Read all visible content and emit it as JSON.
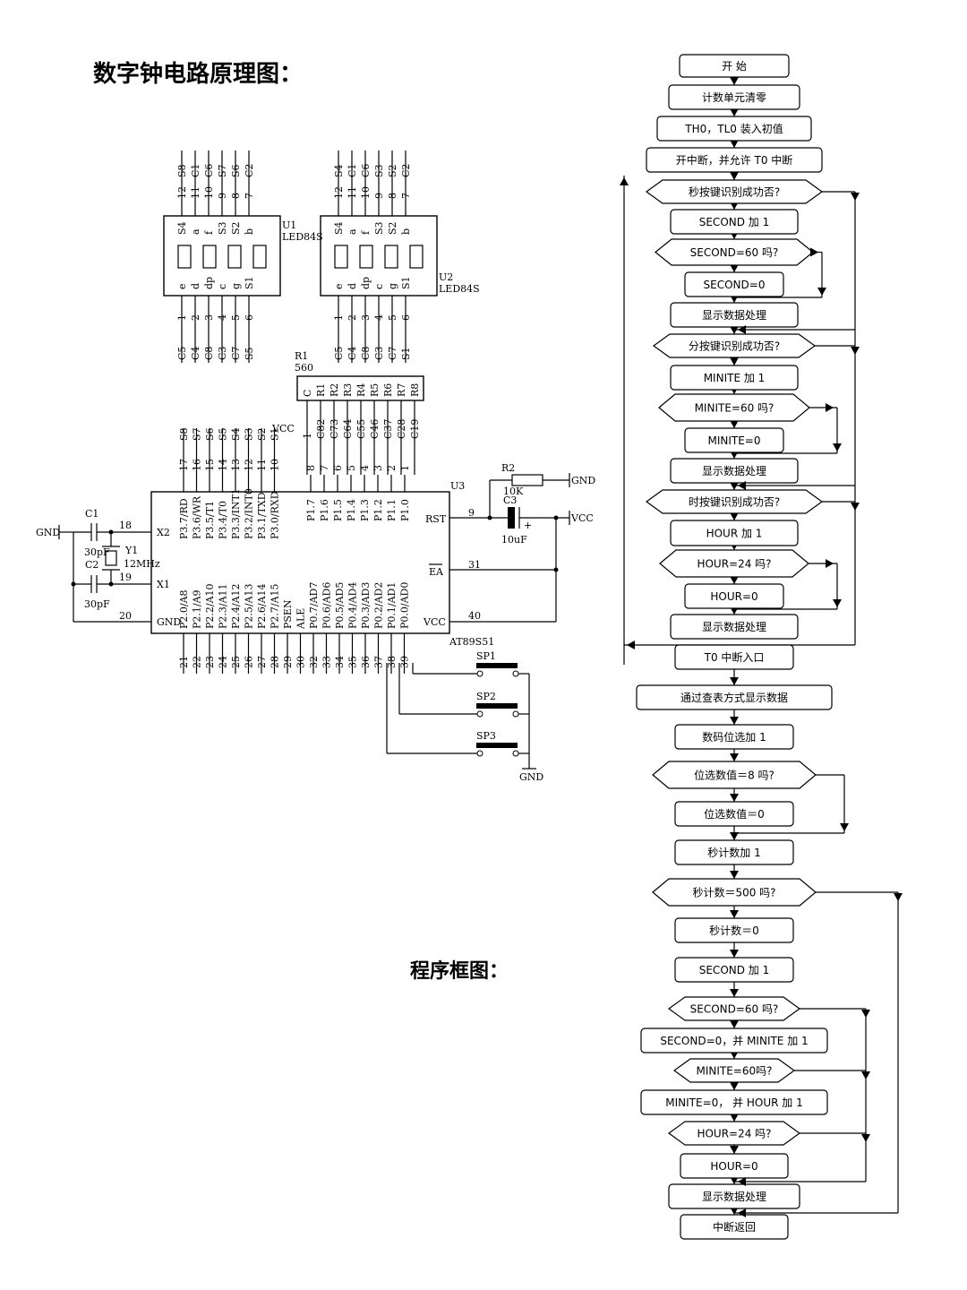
{
  "headings": {
    "schematic": "数字钟电路原理图：",
    "flowchart": "程序框图："
  },
  "schematic": {
    "displays": [
      {
        "ref": "U1",
        "part": "LED84S",
        "top_pins": [
          "12",
          "11",
          "10",
          "9",
          "8",
          "7"
        ],
        "top_nets": [
          "S8",
          "C1",
          "C6",
          "S7",
          "S6",
          "C2"
        ],
        "top_segs": [
          "S4",
          "a",
          "f",
          "S3",
          "S2",
          "b"
        ],
        "bottom_segs": [
          "e",
          "d",
          "dp",
          "c",
          "g",
          "S1"
        ],
        "bottom_pins": [
          "1",
          "2",
          "3",
          "4",
          "5",
          "6"
        ],
        "bottom_nets": [
          "C5",
          "C4",
          "C8",
          "C3",
          "C7",
          "S5"
        ]
      },
      {
        "ref": "U2",
        "part": "LED84S",
        "top_pins": [
          "12",
          "11",
          "10",
          "9",
          "8",
          "7"
        ],
        "top_nets": [
          "S4",
          "C1",
          "C6",
          "S3",
          "S2",
          "C2"
        ],
        "top_segs": [
          "S4",
          "a",
          "f",
          "S3",
          "S2",
          "b"
        ],
        "bottom_segs": [
          "e",
          "d",
          "dp",
          "c",
          "g",
          "S1"
        ],
        "bottom_pins": [
          "1",
          "2",
          "3",
          "4",
          "5",
          "6"
        ],
        "bottom_nets": [
          "C5",
          "C4",
          "C8",
          "C3",
          "C7",
          "S1"
        ]
      }
    ],
    "resistor_net": {
      "ref": "R1",
      "value": "560",
      "pins": [
        "C",
        "R1",
        "R2",
        "R3",
        "R4",
        "R5",
        "R6",
        "R7",
        "R8"
      ],
      "nets": [
        "1",
        "C82",
        "C73",
        "C64",
        "C55",
        "C46",
        "C37",
        "C28",
        "C19"
      ]
    },
    "mcu": {
      "ref": "U3",
      "part": "AT89S51",
      "p3_labels": [
        "P3.7/RD",
        "P3.6/WR",
        "P3.5/T1",
        "P3.4/T0",
        "P3.3/INT1",
        "P3.2/INT0",
        "P3.1/TXD",
        "P3.0/RXD"
      ],
      "p3_pins": [
        "17",
        "16",
        "15",
        "14",
        "13",
        "12",
        "11",
        "10"
      ],
      "p3_nets": [
        "S8",
        "S7",
        "S6",
        "S5",
        "S4",
        "S3",
        "S2",
        "S1"
      ],
      "vcc_top": "VCC",
      "p1_labels": [
        "P1.7",
        "P1.6",
        "P1.5",
        "P1.4",
        "P1.3",
        "P1.2",
        "P1.1",
        "P1.0"
      ],
      "p1_pins": [
        "8",
        "7",
        "6",
        "5",
        "4",
        "3",
        "2",
        "1"
      ],
      "bottom_labels": [
        "P2.0/A8",
        "P2.1/A9",
        "P2.2/A10",
        "P2.3/A11",
        "P2.4/A12",
        "P2.5/A13",
        "P2.6/A14",
        "P2.7/A15",
        "PSEN",
        "ALE",
        "P0.7/AD7",
        "P0.6/AD6",
        "P0.5/AD5",
        "P0.4/AD4",
        "P0.3/AD3",
        "P0.2/AD2",
        "P0.1/AD1",
        "P0.0/AD0"
      ],
      "bottom_pins": [
        "21",
        "22",
        "23",
        "24",
        "25",
        "26",
        "27",
        "28",
        "29",
        "30",
        "32",
        "33",
        "34",
        "35",
        "36",
        "37",
        "38",
        "39"
      ],
      "left_pins": {
        "x2": "X2",
        "x1": "X1",
        "gnd": "GND",
        "pin18": "18",
        "pin19": "19",
        "pin20": "20"
      },
      "right_pins": {
        "rst": "RST",
        "ea": "EA",
        "vcc": "VCC",
        "pin9": "9",
        "pin31": "31",
        "pin40": "40"
      }
    },
    "crystal": {
      "gnd": "GND",
      "c1_ref": "C1",
      "c1_value": "30pF",
      "y1_ref": "Y1",
      "y1_value": "12MHz",
      "c2_ref": "C2",
      "c2_value": "30pF"
    },
    "reset": {
      "r2_ref": "R2",
      "r2_value": "10K",
      "gnd": "GND",
      "c3_ref": "C3",
      "c3_value": "10uF",
      "plus": "+",
      "vcc": "VCC"
    },
    "buttons": [
      "SP1",
      "SP2",
      "SP3"
    ],
    "buttons_gnd": "GND"
  },
  "flowchart": {
    "main_steps": [
      {
        "kind": "box",
        "text": "开    始"
      },
      {
        "kind": "box",
        "text": "计数单元清零"
      },
      {
        "kind": "box",
        "text": "TH0，TL0 装入初值"
      },
      {
        "kind": "box",
        "text": "开中断，并允许 T0 中断"
      },
      {
        "kind": "diamond",
        "text": "秒按键识别成功否?"
      },
      {
        "kind": "box",
        "text": "SECOND 加 1"
      },
      {
        "kind": "diamond",
        "text": "SECOND=60 吗?"
      },
      {
        "kind": "box",
        "text": "SECOND=0"
      },
      {
        "kind": "box",
        "text": "显示数据处理"
      },
      {
        "kind": "diamond",
        "text": "分按键识别成功否?"
      },
      {
        "kind": "box",
        "text": "MINITE 加 1"
      },
      {
        "kind": "diamond",
        "text": "MINITE=60 吗?"
      },
      {
        "kind": "box",
        "text": "MINITE=0"
      },
      {
        "kind": "box",
        "text": "显示数据处理"
      },
      {
        "kind": "diamond",
        "text": "时按键识别成功否?"
      },
      {
        "kind": "box",
        "text": "HOUR 加 1"
      },
      {
        "kind": "diamond",
        "text": "HOUR=24 吗?"
      },
      {
        "kind": "box",
        "text": "HOUR=0"
      },
      {
        "kind": "box",
        "text": "显示数据处理"
      }
    ],
    "interrupt_steps": [
      {
        "kind": "box",
        "text": "T0 中断入口"
      },
      {
        "kind": "box",
        "text": "通过查表方式显示数据"
      },
      {
        "kind": "box",
        "text": "数码位选加 1"
      },
      {
        "kind": "diamond",
        "text": "位选数值＝8 吗?"
      },
      {
        "kind": "box",
        "text": "位选数值＝0"
      },
      {
        "kind": "box",
        "text": "秒计数加 1"
      },
      {
        "kind": "diamond",
        "text": "秒计数＝500 吗?"
      },
      {
        "kind": "box",
        "text": "秒计数＝0"
      },
      {
        "kind": "box",
        "text": "SECOND 加 1"
      },
      {
        "kind": "diamond",
        "text": "SECOND=60 吗?"
      },
      {
        "kind": "box",
        "text": "SECOND=0，并 MINITE 加 1"
      },
      {
        "kind": "diamond",
        "text": "MINITE=60吗?"
      },
      {
        "kind": "box",
        "text": "MINITE=0， 并 HOUR 加 1"
      },
      {
        "kind": "diamond",
        "text": "HOUR=24 吗?"
      },
      {
        "kind": "box",
        "text": "HOUR=0"
      },
      {
        "kind": "box",
        "text": "显示数据处理"
      },
      {
        "kind": "box",
        "text": "中断返回"
      }
    ]
  }
}
